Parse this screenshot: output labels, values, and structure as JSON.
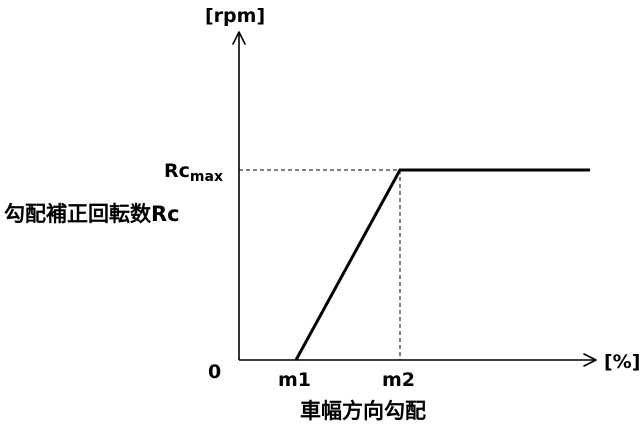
{
  "chart_data": {
    "type": "line",
    "xlabel": "車幅方向勾配",
    "ylabel_main": "勾配補正回転数",
    "ylabel_symbol": "Rc",
    "x_unit": "[%]",
    "y_unit": "[rpm]",
    "x_ticks": [
      "m1",
      "m2"
    ],
    "y_ticks": {
      "origin": "0",
      "max_main": "Rc",
      "max_sub": "max"
    },
    "series": [
      {
        "points": [
          {
            "x": "m1",
            "y": "0"
          },
          {
            "x": "m2",
            "y": "Rcmax"
          },
          {
            "x": "beyond",
            "y": "Rcmax"
          }
        ]
      }
    ],
    "grid": false
  }
}
